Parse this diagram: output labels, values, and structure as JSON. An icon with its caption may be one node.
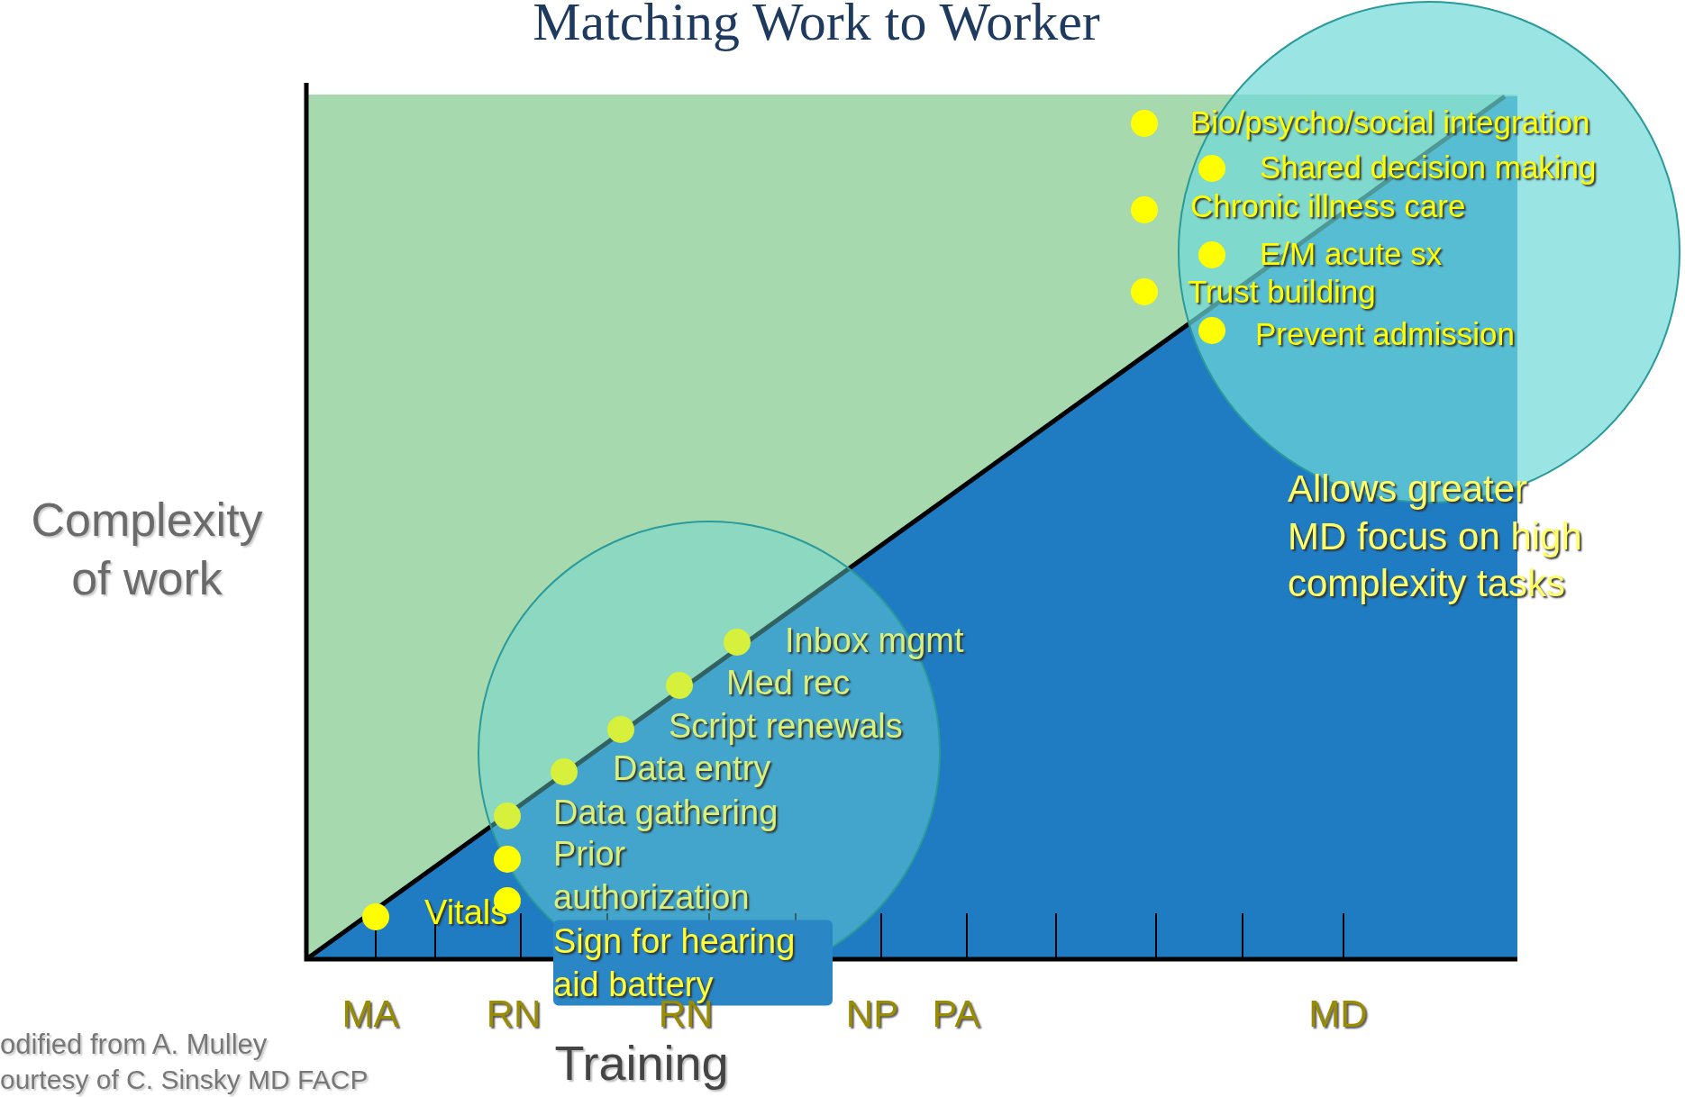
{
  "diagram": {
    "title": "Matching Work to Worker",
    "labels": [
      "Complexity of work",
      "Bio/psycho/social integration",
      "Shared decision making",
      "Chronic illness care",
      "E/M acute sx",
      "Trust building",
      "Prevent admission",
      "Allows greater MD focus on high complexity tasks",
      "Inbox mgmt",
      "Med rec",
      "Script renewals",
      "Data entry",
      "Data gathering",
      "Prior authorization",
      "Vitals",
      "Sign for hearing aid battery",
      "MA",
      "RN",
      "RN",
      "NP",
      "PA",
      "MD",
      "odified from A. Mulley",
      "Training",
      "ourtesy of C. Sinsky MD FACP"
    ]
  }
}
